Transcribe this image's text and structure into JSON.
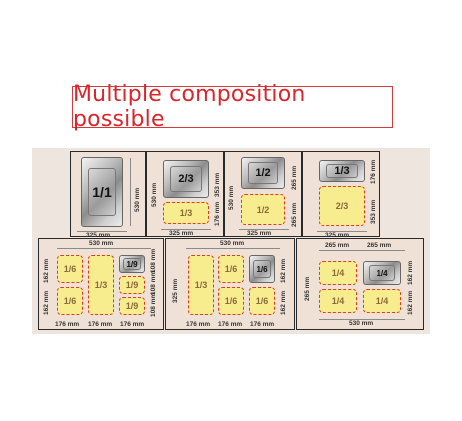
{
  "banner": {
    "title": "Multiple composition possible"
  },
  "top_row": {
    "c1": {
      "pan": "1/1",
      "w": "325 mm",
      "h": "530 mm"
    },
    "c2": {
      "pan": "2/3",
      "y": "1/3",
      "w": "325 mm",
      "h_top": "353 mm",
      "h_bot": "176 mm",
      "h_total": "530 mm"
    },
    "c3": {
      "pan": "1/2",
      "y": "1/2",
      "w": "325 mm",
      "h_top": "265 mm",
      "h_bot": "265 mm",
      "h_total": "530 mm"
    },
    "c4": {
      "pan": "1/3",
      "y": "2/3",
      "w": "325 mm",
      "h_top": "176 mm",
      "h_bot": "353 mm"
    }
  },
  "bottom_row": {
    "b1": {
      "w_total": "530 mm",
      "p16a": "1/6",
      "p16b": "1/6",
      "p13": "1/3",
      "p19a": "1/9",
      "p19b": "1/9",
      "p19c": "1/9",
      "h1": "162 mm",
      "h2": "162 mm",
      "h3": "108 mm",
      "h4": "108 mm",
      "h5": "108 mm",
      "w1": "176 mm",
      "w2": "176 mm",
      "w3": "176 mm"
    },
    "b2": {
      "w_total": "530 mm",
      "p13": "1/3",
      "p16a": "1/6",
      "p16b": "1/6",
      "p16c": "1/6",
      "p16d": "1/6",
      "h_left": "325 mm",
      "h1": "162 mm",
      "h2": "162 mm",
      "w1": "176 mm",
      "w2": "176 mm",
      "w3": "176 mm"
    },
    "b3": {
      "w1": "265 mm",
      "w2": "265 mm",
      "w_total": "530 mm",
      "p14a": "1/4",
      "p14b": "1/4",
      "p14c": "1/4",
      "p14d": "1/4",
      "h_left": "265 mm",
      "h1": "162 mm",
      "h2": "162 mm"
    }
  }
}
